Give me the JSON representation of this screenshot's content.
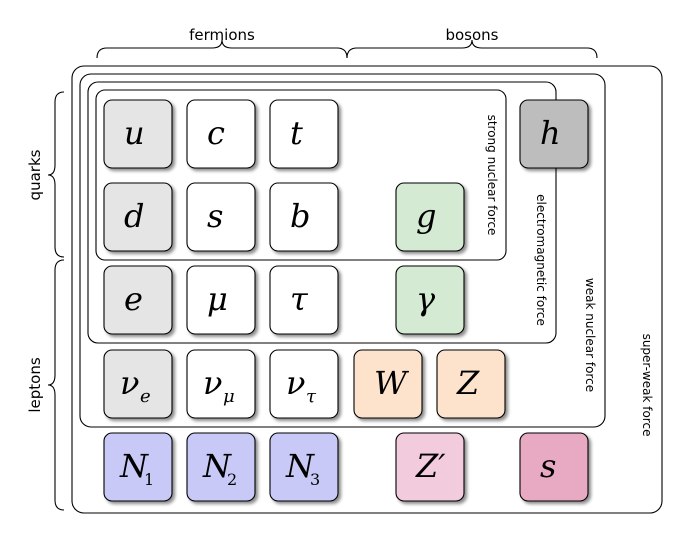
{
  "groups": {
    "fermions": "fermions",
    "bosons": "bosons",
    "quarks": "quarks",
    "leptons": "leptons"
  },
  "forces": {
    "strong": "strong nuclear force",
    "electromagnetic": "electromagnetic force",
    "weak": "weak nuclear force",
    "superweak": "super-weak force"
  },
  "particles": {
    "u": {
      "symbol": "u",
      "sub": "",
      "color": "#e5e5e5"
    },
    "c": {
      "symbol": "c",
      "sub": "",
      "color": "#ffffff"
    },
    "t": {
      "symbol": "t",
      "sub": "",
      "color": "#ffffff"
    },
    "h": {
      "symbol": "h",
      "sub": "",
      "color": "#bdbdbd"
    },
    "d": {
      "symbol": "d",
      "sub": "",
      "color": "#e5e5e5"
    },
    "s": {
      "symbol": "s",
      "sub": "",
      "color": "#ffffff"
    },
    "b": {
      "symbol": "b",
      "sub": "",
      "color": "#ffffff"
    },
    "g": {
      "symbol": "g",
      "sub": "",
      "color": "#d4ead3"
    },
    "e": {
      "symbol": "e",
      "sub": "",
      "color": "#e5e5e5"
    },
    "mu": {
      "symbol": "μ",
      "sub": "",
      "color": "#ffffff"
    },
    "tau": {
      "symbol": "τ",
      "sub": "",
      "color": "#ffffff"
    },
    "gamma": {
      "symbol": "γ",
      "sub": "",
      "color": "#d4ead3"
    },
    "nue": {
      "symbol": "ν",
      "sub": "e",
      "color": "#e5e5e5"
    },
    "numu": {
      "symbol": "ν",
      "sub": "μ",
      "color": "#ffffff"
    },
    "nutau": {
      "symbol": "ν",
      "sub": "τ",
      "color": "#ffffff"
    },
    "W": {
      "symbol": "W",
      "sub": "",
      "color": "#fde3cc"
    },
    "Z": {
      "symbol": "Z",
      "sub": "",
      "color": "#fde3cc"
    },
    "N1": {
      "symbol": "N",
      "sub": "1",
      "color": "#c9c9f7"
    },
    "N2": {
      "symbol": "N",
      "sub": "2",
      "color": "#c9c9f7"
    },
    "N3": {
      "symbol": "N",
      "sub": "3",
      "color": "#c9c9f7"
    },
    "Zp": {
      "symbol": "Z′",
      "sub": "",
      "color": "#f2cbdc"
    },
    "sscalar": {
      "symbol": "s",
      "sub": "",
      "color": "#e8aac2"
    }
  }
}
